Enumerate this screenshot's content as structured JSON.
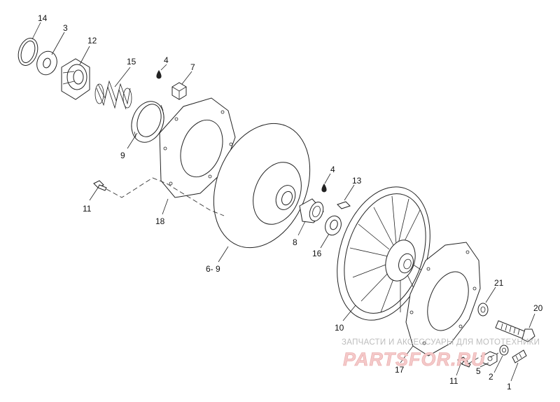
{
  "callouts": [
    {
      "id": "14",
      "text": "14"
    },
    {
      "id": "3",
      "text": "3"
    },
    {
      "id": "12",
      "text": "12"
    },
    {
      "id": "15",
      "text": "15"
    },
    {
      "id": "4a",
      "text": "4"
    },
    {
      "id": "7",
      "text": "7"
    },
    {
      "id": "9a",
      "text": "9"
    },
    {
      "id": "11a",
      "text": "11"
    },
    {
      "id": "18",
      "text": "18"
    },
    {
      "id": "6-9",
      "text": "6- 9"
    },
    {
      "id": "4b",
      "text": "4"
    },
    {
      "id": "13",
      "text": "13"
    },
    {
      "id": "8",
      "text": "8"
    },
    {
      "id": "16",
      "text": "16"
    },
    {
      "id": "10",
      "text": "10"
    },
    {
      "id": "21",
      "text": "21"
    },
    {
      "id": "20",
      "text": "20"
    },
    {
      "id": "17",
      "text": "17"
    },
    {
      "id": "5",
      "text": "5"
    },
    {
      "id": "11b",
      "text": "11"
    },
    {
      "id": "2",
      "text": "2"
    },
    {
      "id": "1",
      "text": "1"
    }
  ],
  "watermark": {
    "tagline": "ЗАПЧАСТИ И АКСЕССУАРЫ ДЛЯ МОТОТЕХНИКИ",
    "logo": "PARTSFOR.RU"
  }
}
